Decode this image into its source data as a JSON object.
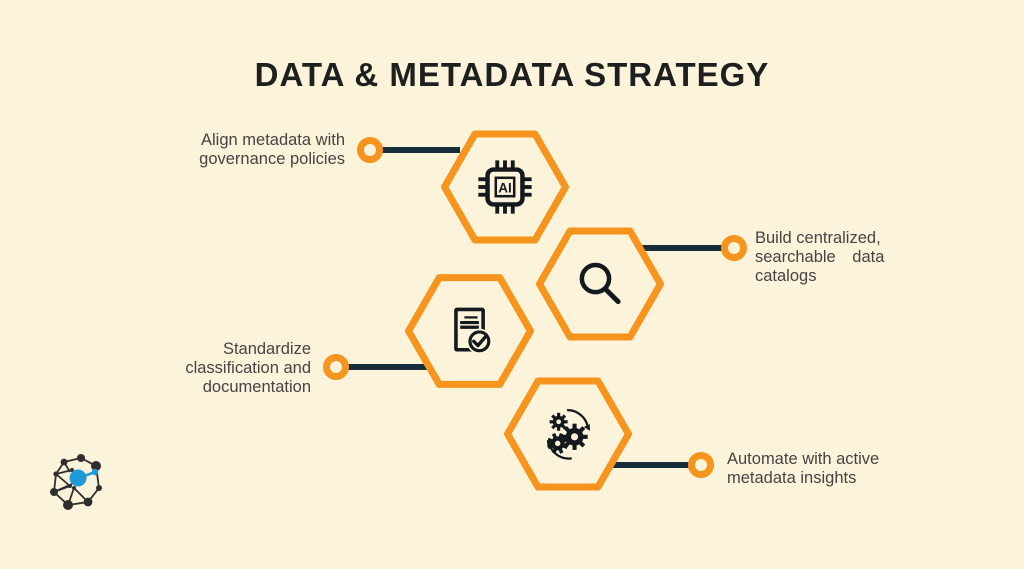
{
  "title": "DATA & METADATA STRATEGY",
  "items": [
    {
      "label": "Align metadata with governance policies",
      "lines": [
        "Align metadata with",
        "governance policies"
      ],
      "icon": "ai-chip-icon",
      "side": "left"
    },
    {
      "label": "Build centralized, searchable data catalogs",
      "lines": [
        "Build centralized,",
        "searchable data",
        "catalogs"
      ],
      "icon": "search-icon",
      "side": "right"
    },
    {
      "label": "Standardize classification and documentation",
      "lines": [
        "Standardize",
        "classification and",
        "documentation"
      ],
      "icon": "document-check-icon",
      "side": "left"
    },
    {
      "label": "Automate with active metadata insights",
      "lines": [
        "Automate with active",
        "metadata insights"
      ],
      "icon": "gears-sync-icon",
      "side": "right"
    }
  ],
  "icons": {
    "chip_label": "AI"
  },
  "colors": {
    "background": "#FCF3DB",
    "hexagon_orange": "#F7941D",
    "connector_dark": "#162E3B",
    "label_text": "#454443",
    "title_text": "#1E2020",
    "icon_black": "#14191E",
    "logo_blue": "#1E9AD6",
    "logo_dark": "#2F2F2F"
  }
}
